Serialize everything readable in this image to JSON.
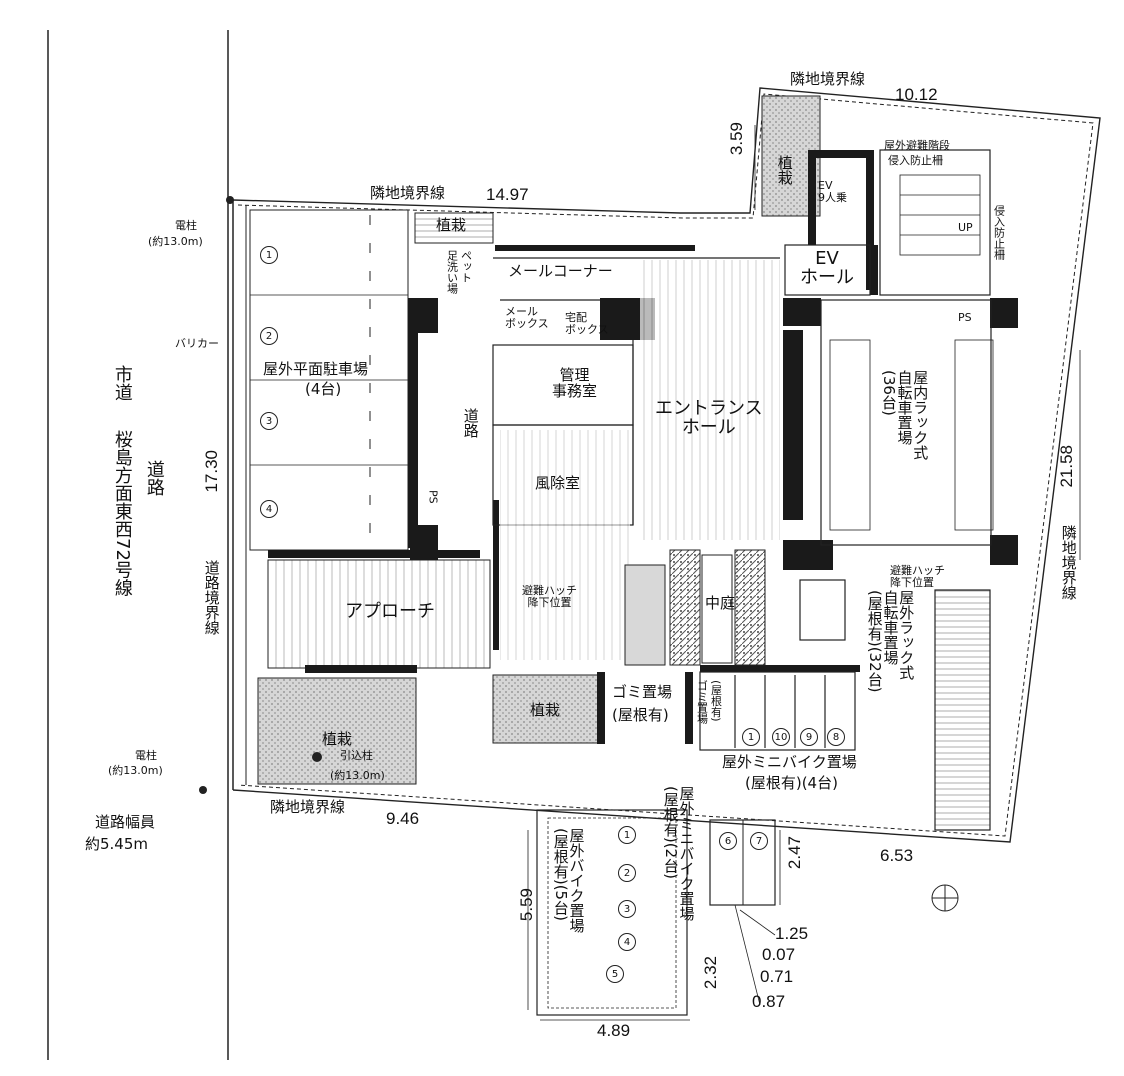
{
  "labels": {
    "mail_corner": "メールコーナー",
    "mail_box": "メール\nボックス",
    "delivery_box": "宅配\nボックス",
    "foot_wash": "足洗い場",
    "pet": "ペット",
    "management": "管理\n事務室",
    "entrance_hall": "エントランス\nホール",
    "windbreak_room": "風除室",
    "road_inner": "道路",
    "parking": "屋外平面駐車場",
    "parking_count": "(4台)",
    "approach": "アプローチ",
    "courtyard": "中庭",
    "garbage": "ゴミ置場",
    "garbage_roof": "(屋根有)",
    "garbage_small": "ゴミ置場",
    "garbage_small_roof": "(屋根有)",
    "planting_top": "植栽",
    "planting_upper": "植栽",
    "planting_center": "植栽",
    "planting_bottom": "植栽",
    "ev_hall": "EV\nホール",
    "ev": "EV\n9人乗",
    "emergency_stair": "屋外避難階段",
    "intrusion_prevention": "侵入防止柵",
    "intrusion_prevention_right": "侵入防止柵",
    "up": "UP",
    "ps_right": "PS",
    "ps_left": "PS",
    "bike_indoor": "屋内ラック式\n自転車置場\n(36台)",
    "bike_outdoor": "屋外ラック式\n自転車置場\n(屋根有)(32台)",
    "rescue_hatch": "避難ハッチ\n降下位置",
    "rescue_hatch_right": "避難ハッチ\n降下位置",
    "minibike_4": "屋外ミニバイク置場",
    "minibike_4_count": "(屋根有)(4台)",
    "minibike_2": "屋外ミニバイク置場\n(屋根有)(2台)",
    "bike_5": "屋外バイク置場\n(屋根有)(5台)",
    "city_road": "市道",
    "road_name": "桜島方面東西72号線",
    "road_word": "道路",
    "road_boundary": "道路境界線",
    "road_width": "道路幅員",
    "road_width_value": "約5.45m",
    "neighbor_top": "隣地境界線",
    "neighbor_top_right": "隣地境界線",
    "neighbor_right": "隣地境界線",
    "neighbor_bottom": "隣地境界線",
    "pole_top": "電柱",
    "pole_top_height": "(約13.0m)",
    "pole_bottom": "電柱",
    "pole_bottom_height": "(約13.0m)",
    "lead_pole": "引込柱",
    "lead_pole_height": "(約13.0m)",
    "barricade": "バリカー",
    "parking_nums": [
      "1",
      "2",
      "3",
      "4"
    ],
    "minibike_nums": [
      "1",
      "10",
      "9",
      "8"
    ],
    "minibike2_nums": [
      "6",
      "7"
    ],
    "bike_nums": [
      "1",
      "2",
      "3",
      "4",
      "5"
    ]
  },
  "dimensions": {
    "top_boundary": "14.97",
    "top_right_boundary": "10.12",
    "top_offset": "3.59",
    "left_height": "17.30",
    "right_height": "21.58",
    "bottom_boundary": "9.46",
    "bottom_right": "6.53",
    "bike_area_height": "5.59",
    "bike_area_width": "4.89",
    "minibike_height": "2.47",
    "minibike_lower": "2.32",
    "d_125": "1.25",
    "d_007": "0.07",
    "d_071": "0.71",
    "d_087": "0.87"
  },
  "colors": {
    "wall": "#1a1a1a",
    "planting": "#cfcfcf",
    "line": "#222222"
  }
}
